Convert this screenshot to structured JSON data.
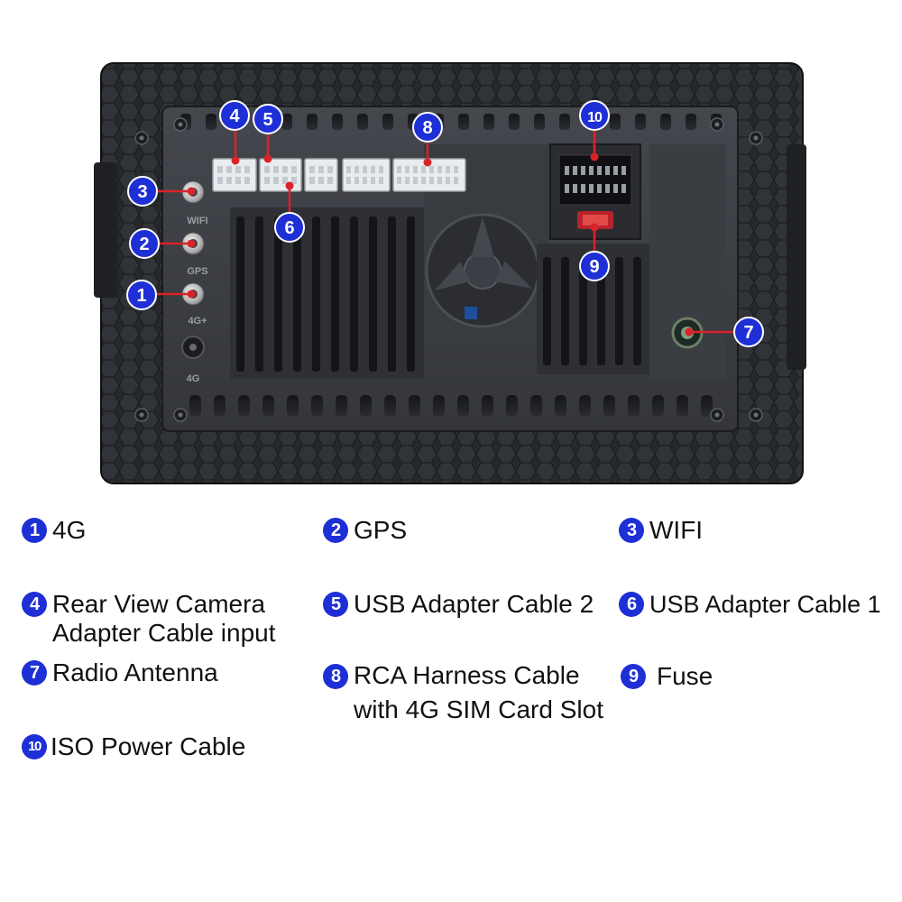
{
  "colors": {
    "badge": "#1f2fd6",
    "leader_line": "#d8232a",
    "device_frame": "#2a2c30",
    "device_panel": "#3a3d42",
    "connector": "#e9ecef"
  },
  "icons": {
    "badge": "numbered-circle-icon",
    "leader_dot": "red-dot-icon",
    "antenna_jack": "coaxial-jack-icon"
  },
  "device": {
    "port_labels": [
      "WIFI",
      "GPS",
      "4G+",
      "4G"
    ]
  },
  "callouts": [
    {
      "num": "1"
    },
    {
      "num": "2"
    },
    {
      "num": "3"
    },
    {
      "num": "4"
    },
    {
      "num": "5"
    },
    {
      "num": "6"
    },
    {
      "num": "7"
    },
    {
      "num": "8"
    },
    {
      "num": "9"
    },
    {
      "num": "10"
    }
  ],
  "legend": [
    {
      "num": "1",
      "lines": [
        "4G"
      ]
    },
    {
      "num": "2",
      "lines": [
        "GPS"
      ]
    },
    {
      "num": "3",
      "lines": [
        "WIFI"
      ]
    },
    {
      "num": "4",
      "lines": [
        "Rear View Camera",
        "Adapter Cable input"
      ]
    },
    {
      "num": "5",
      "lines": [
        "USB Adapter Cable 2"
      ]
    },
    {
      "num": "6",
      "lines": [
        "USB Adapter Cable 1"
      ]
    },
    {
      "num": "7",
      "lines": [
        "Radio Antenna"
      ]
    },
    {
      "num": "8",
      "lines": [
        "RCA Harness Cable",
        "with 4G SIM Card Slot"
      ]
    },
    {
      "num": "9",
      "lines": [
        "Fuse"
      ]
    },
    {
      "num": "10",
      "lines": [
        "ISO Power Cable"
      ]
    }
  ]
}
